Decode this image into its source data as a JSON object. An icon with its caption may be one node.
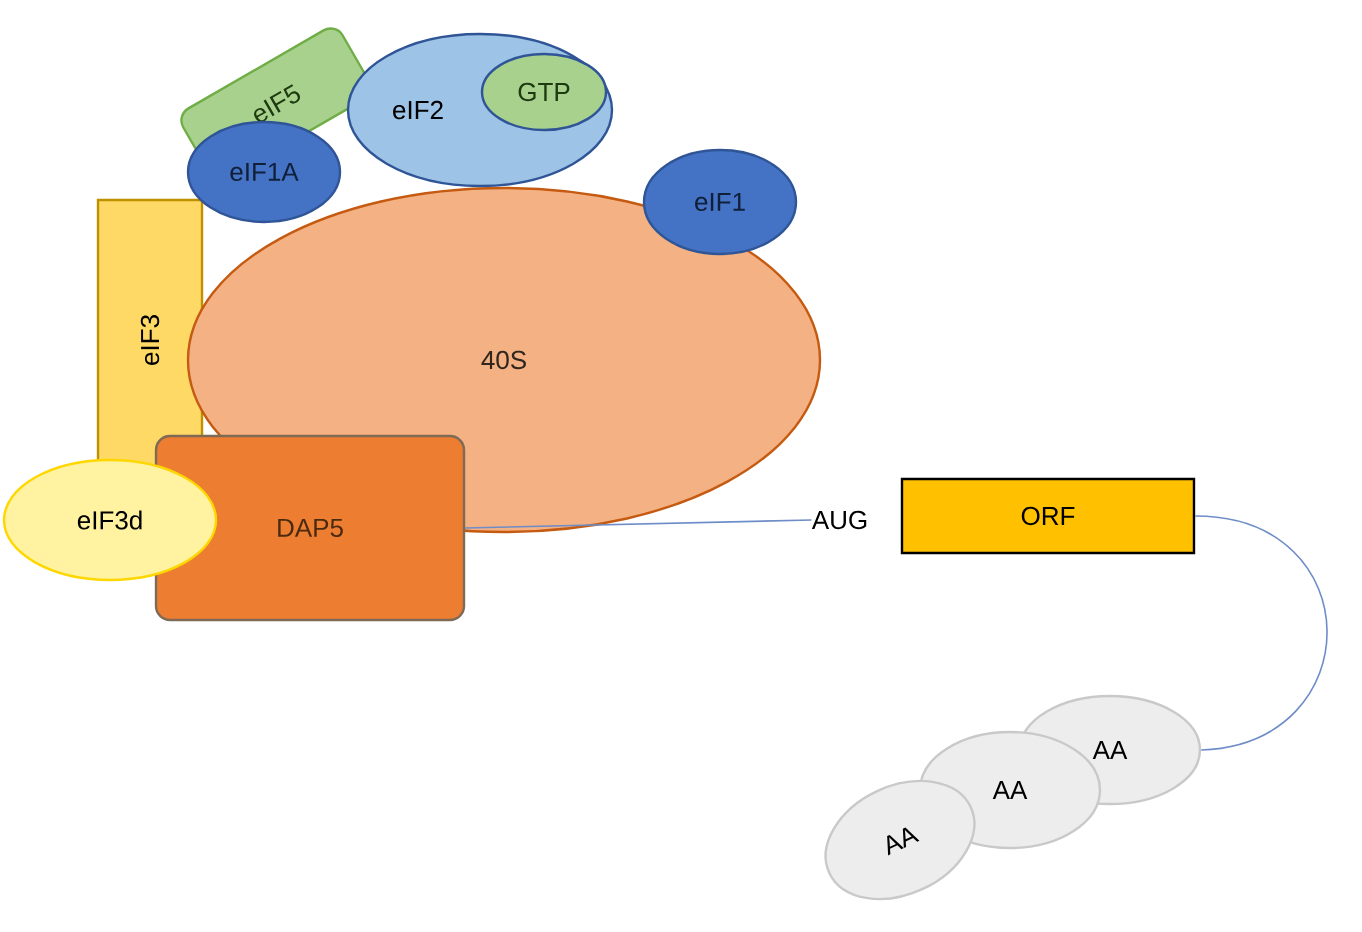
{
  "diagram": {
    "nodes": [
      {
        "text": [
          "40S"
        ]
      },
      {
        "text": [
          "eIF5"
        ]
      },
      {
        "text": [
          "eIF2"
        ]
      },
      {
        "text": [
          "GTP"
        ],
        "in": 2
      },
      {
        "text": [
          "eIF1A"
        ]
      },
      {
        "text": [
          "eIF1"
        ]
      },
      {
        "text": [
          "eIF3"
        ]
      },
      {
        "text": [
          "DAP5"
        ]
      },
      {
        "text": [
          "eIF3d"
        ]
      },
      {
        "text": [
          "AUG"
        ]
      },
      {
        "text": [
          "ORF"
        ]
      },
      {
        "text": [
          "AA"
        ]
      },
      {
        "text": [
          "AA"
        ]
      },
      {
        "text": [
          "AA"
        ]
      }
    ],
    "edges": [
      {
        "from": 7,
        "to": 9,
        "arrow": "none"
      },
      {
        "from": 10,
        "to": 13,
        "arrow": "none"
      }
    ]
  }
}
